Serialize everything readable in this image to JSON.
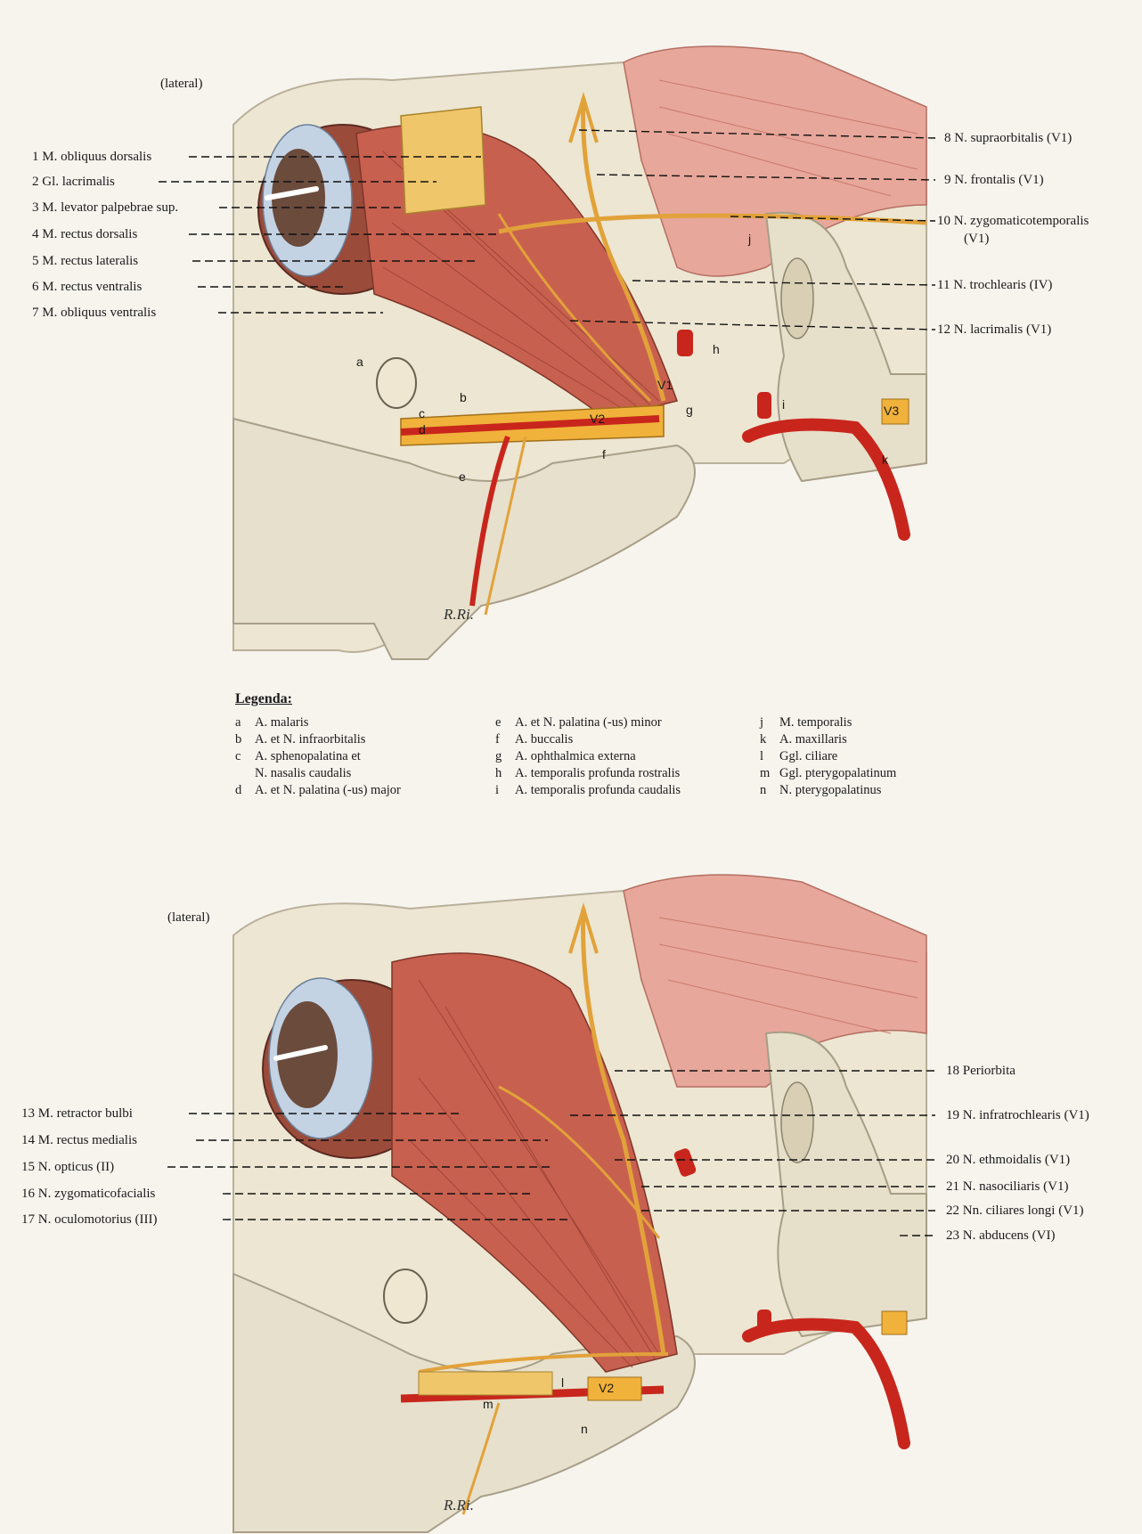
{
  "top": {
    "lateral": "(lateral)",
    "signature": "R.Ri.",
    "left_labels": [
      {
        "num": "1",
        "text": "M. obliquus dorsalis"
      },
      {
        "num": "2",
        "text": "Gl. lacrimalis"
      },
      {
        "num": "3",
        "text": "M. levator palpebrae sup."
      },
      {
        "num": "4",
        "text": "M. rectus dorsalis"
      },
      {
        "num": "5",
        "text": "M. rectus lateralis"
      },
      {
        "num": "6",
        "text": "M. rectus ventralis"
      },
      {
        "num": "7",
        "text": "M. obliquus ventralis"
      }
    ],
    "right_labels": [
      {
        "num": "8",
        "text": "N. supraorbitalis (V1)"
      },
      {
        "num": "9",
        "text": "N. frontalis (V1)"
      },
      {
        "num": "10",
        "text": "N. zygomaticotemporalis"
      },
      {
        "num": "",
        "text": "(V1)"
      },
      {
        "num": "11",
        "text": "N. trochlearis (IV)"
      },
      {
        "num": "12",
        "text": "N. lacrimalis (V1)"
      }
    ],
    "markers": [
      "a",
      "b",
      "c",
      "d",
      "e",
      "f",
      "g",
      "h",
      "i",
      "j",
      "k",
      "V1",
      "V2",
      "V3"
    ]
  },
  "legend": {
    "title": "Legenda:",
    "col1": [
      {
        "k": "a",
        "t": "A. malaris"
      },
      {
        "k": "b",
        "t": "A. et N. infraorbitalis"
      },
      {
        "k": "c",
        "t": "A. sphenopalatina et"
      },
      {
        "k": "",
        "t": "N. nasalis caudalis"
      },
      {
        "k": "d",
        "t": "A. et N. palatina (-us) major"
      }
    ],
    "col2": [
      {
        "k": "e",
        "t": "A. et N. palatina (-us) minor"
      },
      {
        "k": "f",
        "t": "A. buccalis"
      },
      {
        "k": "g",
        "t": "A. ophthalmica externa"
      },
      {
        "k": "h",
        "t": "A. temporalis profunda rostralis"
      },
      {
        "k": "i",
        "t": "A. temporalis profunda caudalis"
      }
    ],
    "col3": [
      {
        "k": "j",
        "t": "M. temporalis"
      },
      {
        "k": "k",
        "t": "A. maxillaris"
      },
      {
        "k": "l",
        "t": "Ggl. ciliare"
      },
      {
        "k": "m",
        "t": "Ggl. pterygopalatinum"
      },
      {
        "k": "n",
        "t": "N. pterygopalatinus"
      }
    ]
  },
  "bottom": {
    "lateral": "(lateral)",
    "signature": "R.Ri.",
    "left_labels": [
      {
        "num": "13",
        "text": "M. retractor bulbi"
      },
      {
        "num": "14",
        "text": "M. rectus medialis"
      },
      {
        "num": "15",
        "text": "N. opticus (II)"
      },
      {
        "num": "16",
        "text": "N. zygomaticofacialis"
      },
      {
        "num": "17",
        "text": "N. oculomotorius (III)"
      }
    ],
    "right_labels": [
      {
        "num": "18",
        "text": "Periorbita"
      },
      {
        "num": "19",
        "text": "N. infratrochlearis (V1)"
      },
      {
        "num": "20",
        "text": "N. ethmoidalis (V1)"
      },
      {
        "num": "21",
        "text": "N. nasociliaris (V1)"
      },
      {
        "num": "22",
        "text": "Nn. ciliares longi (V1)"
      },
      {
        "num": "23",
        "text": "N. abducens (VI)"
      }
    ],
    "markers": [
      "m",
      "l",
      "V2",
      "n"
    ]
  },
  "colors": {
    "muscle": "#c8604f",
    "muscle_light": "#e7a79a",
    "bone": "#ece6d2",
    "nerve": "#e2a23a",
    "artery": "#c8261c",
    "gland": "#f0c66a",
    "eye": "#8a3d2e"
  }
}
